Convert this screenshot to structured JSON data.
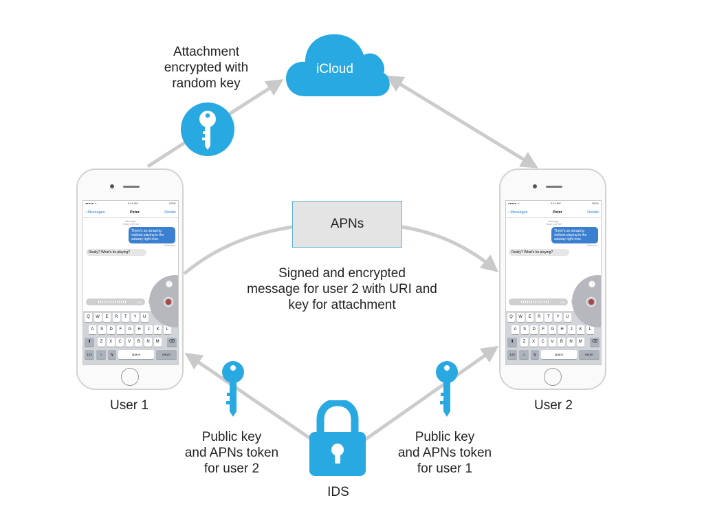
{
  "cloud": {
    "label": "iCloud",
    "color": "#29a9e1"
  },
  "apns": {
    "label": "APNs"
  },
  "ids": {
    "label": "IDS"
  },
  "labels": {
    "attachment": [
      "Attachment",
      "encrypted with",
      "random key"
    ],
    "message": [
      "Signed and encrypted",
      "message for user 2 with URI and",
      "key for attachment"
    ],
    "pubkey_user2": [
      "Public key",
      "and APNs token",
      "for user 2"
    ],
    "pubkey_user1": [
      "Public key",
      "and APNs token",
      "for user 1"
    ]
  },
  "users": {
    "user1": "User 1",
    "user2": "User 2"
  },
  "phone": {
    "status_left": "●●●●● ᯤ",
    "status_time": "9:41 AM",
    "status_battery": "100%",
    "back": "Messages",
    "title": "Peter",
    "details": "Details",
    "meta_line1": "iMessage",
    "meta_line2": "Today 9:41 AM",
    "outgoing": "There's an amazing violinist playing in the subway right now.",
    "delivered": "Delivered",
    "incoming": "Really? What's he playing?",
    "audio_duration": "0:04",
    "keys_row1": [
      "Q",
      "W",
      "E",
      "R",
      "T",
      "Y",
      "U"
    ],
    "keys_row2": [
      "A",
      "S",
      "D",
      "F",
      "G",
      "H",
      "J",
      "K",
      "L"
    ],
    "keys_row3": [
      "Z",
      "X",
      "C",
      "V",
      "B",
      "N",
      "M"
    ],
    "key_123": "123",
    "key_emoji": "☺",
    "key_mic": "🎙",
    "key_space": "space",
    "key_return": "return"
  },
  "colors": {
    "accent": "#29a9e1",
    "arrow": "#cccccc"
  }
}
